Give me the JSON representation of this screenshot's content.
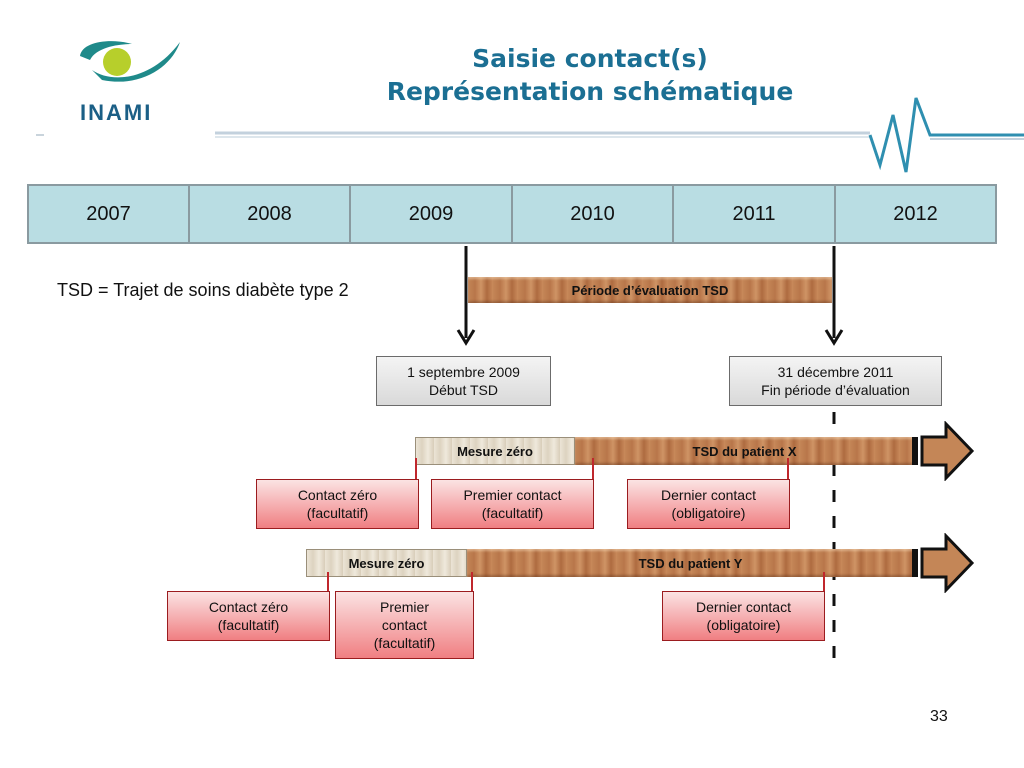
{
  "header": {
    "logo_text": "INAMI",
    "title_line1": "Saisie contact(s)",
    "title_line2": "Représentation schématique"
  },
  "timeline": {
    "years": [
      "2007",
      "2008",
      "2009",
      "2010",
      "2011",
      "2012"
    ]
  },
  "legend": "TSD = Trajet de soins diabète type 2",
  "evaluation_period": "Période d’évaluation TSD",
  "start_marker": {
    "line1": "1 septembre 2009",
    "line2": "Début TSD"
  },
  "end_marker": {
    "line1": "31 décembre 2011",
    "line2": "Fin période d’évaluation"
  },
  "patient_x": {
    "zero_label": "Mesure zéro",
    "bar_label": "TSD du patient X",
    "contacts": [
      {
        "line1": "Contact zéro",
        "line2": "(facultatif)"
      },
      {
        "line1": "Premier contact",
        "line2": "(facultatif)"
      },
      {
        "line1": "Dernier contact",
        "line2": "(obligatoire)"
      }
    ]
  },
  "patient_y": {
    "zero_label": "Mesure zéro",
    "bar_label": "TSD du patient Y",
    "contacts": [
      {
        "line1": "Contact zéro",
        "line2": "(facultatif)"
      },
      {
        "line1": "Premier",
        "line2": "contact",
        "line3": "(facultatif)"
      },
      {
        "line1": "Dernier contact",
        "line2": "(obligatoire)"
      }
    ]
  },
  "page_number": "33",
  "colors": {
    "title": "#1b6f93",
    "year_cell": "#b9dde3",
    "contact_box": "#f07f82",
    "marker_box": "#d9d9d9",
    "wood": "#c48657",
    "accent_line": "#2f8fb0"
  }
}
